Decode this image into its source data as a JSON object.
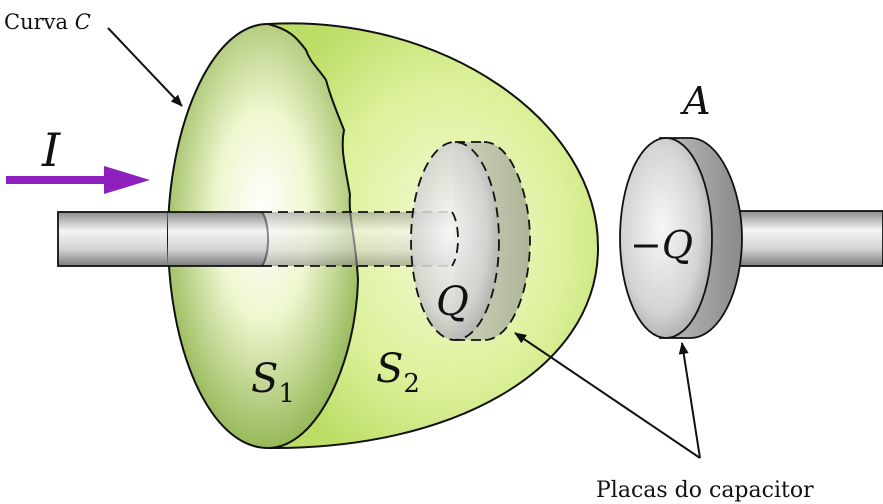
{
  "labels": {
    "curve": "Curva",
    "curve_var": "C",
    "current": "I",
    "plate_area": "A",
    "charge_pos": "Q",
    "charge_neg": "−Q",
    "surface1_var": "S",
    "surface1_sub": "1",
    "surface2_var": "S",
    "surface2_sub": "2",
    "capacitor_plates": "Placas do capacitor"
  },
  "colors": {
    "surface_green": "#d6ef8a",
    "surface_green_dark": "#8fb24a",
    "current_arrow": "#8e1fbf",
    "metal_light": "#f2f2f2",
    "metal_dark": "#9a9a9a",
    "outline": "#111111"
  }
}
